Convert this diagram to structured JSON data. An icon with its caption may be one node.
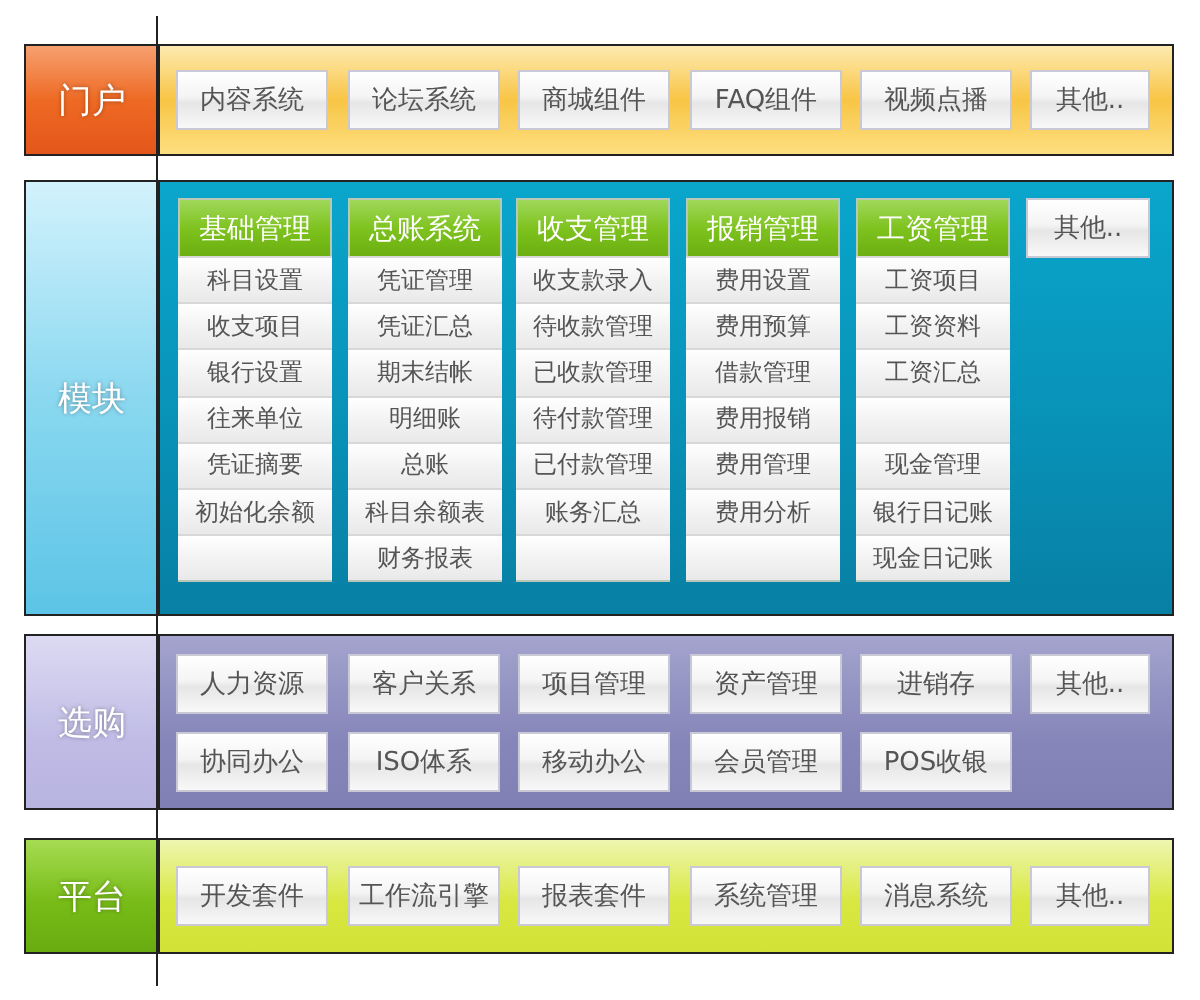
{
  "diagram": {
    "nodes": [
      {
        "text": [
          "门户"
        ]
      },
      {
        "text": [
          "内容系统"
        ],
        "in": 0
      },
      {
        "text": [
          "论坛系统"
        ],
        "in": 0
      },
      {
        "text": [
          "商城组件"
        ],
        "in": 0
      },
      {
        "text": [
          "FAQ组件"
        ],
        "in": 0
      },
      {
        "text": [
          "视频点播"
        ],
        "in": 0
      },
      {
        "text": [
          "其他.."
        ],
        "in": 0
      },
      {
        "text": [
          "模块"
        ]
      },
      {
        "text": [
          "基础管理"
        ],
        "in": 7
      },
      {
        "text": [
          "科目设置"
        ],
        "in": 8
      },
      {
        "text": [
          "收支项目"
        ],
        "in": 8
      },
      {
        "text": [
          "银行设置"
        ],
        "in": 8
      },
      {
        "text": [
          "往来单位"
        ],
        "in": 8
      },
      {
        "text": [
          "凭证摘要"
        ],
        "in": 8
      },
      {
        "text": [
          "初始化余额"
        ],
        "in": 8
      },
      {
        "text": [],
        "shape": "box",
        "in": 8
      },
      {
        "text": [
          "总账系统"
        ],
        "in": 7
      },
      {
        "text": [
          "凭证管理"
        ],
        "in": 16
      },
      {
        "text": [
          "凭证汇总"
        ],
        "in": 16
      },
      {
        "text": [
          "期末结帐"
        ],
        "in": 16
      },
      {
        "text": [
          "明细账"
        ],
        "in": 16
      },
      {
        "text": [
          "总账"
        ],
        "in": 16
      },
      {
        "text": [
          "科目余额表"
        ],
        "in": 16
      },
      {
        "text": [
          "财务报表"
        ],
        "in": 16
      },
      {
        "text": [
          "收支管理"
        ],
        "in": 7
      },
      {
        "text": [
          "收支款录入"
        ],
        "in": 24
      },
      {
        "text": [
          "待收款管理"
        ],
        "in": 24
      },
      {
        "text": [
          "已收款管理"
        ],
        "in": 24
      },
      {
        "text": [
          "待付款管理"
        ],
        "in": 24
      },
      {
        "text": [
          "已付款管理"
        ],
        "in": 24
      },
      {
        "text": [
          "账务汇总"
        ],
        "in": 24
      },
      {
        "text": [],
        "shape": "box",
        "in": 24
      },
      {
        "text": [
          "报销管理"
        ],
        "in": 7
      },
      {
        "text": [
          "费用设置"
        ],
        "in": 32
      },
      {
        "text": [
          "费用预算"
        ],
        "in": 32
      },
      {
        "text": [
          "借款管理"
        ],
        "in": 32
      },
      {
        "text": [
          "费用报销"
        ],
        "in": 32
      },
      {
        "text": [
          "费用管理"
        ],
        "in": 32
      },
      {
        "text": [
          "费用分析"
        ],
        "in": 32
      },
      {
        "text": [],
        "shape": "box",
        "in": 32
      },
      {
        "text": [
          "工资管理"
        ],
        "in": 7
      },
      {
        "text": [
          "工资项目"
        ],
        "in": 40
      },
      {
        "text": [
          "工资资料"
        ],
        "in": 40
      },
      {
        "text": [
          "工资汇总"
        ],
        "in": 40
      },
      {
        "text": [],
        "shape": "box",
        "in": 40
      },
      {
        "text": [
          "现金管理"
        ],
        "in": 40
      },
      {
        "text": [
          "银行日记账"
        ],
        "in": 40
      },
      {
        "text": [
          "现金日记账"
        ],
        "in": 40
      },
      {
        "text": [
          "其他.."
        ],
        "in": 7
      },
      {
        "text": [
          "选购"
        ]
      },
      {
        "text": [
          "人力资源"
        ],
        "in": 49
      },
      {
        "text": [
          "客户关系"
        ],
        "in": 49
      },
      {
        "text": [
          "项目管理"
        ],
        "in": 49
      },
      {
        "text": [
          "资产管理"
        ],
        "in": 49
      },
      {
        "text": [
          "进销存"
        ],
        "in": 49
      },
      {
        "text": [
          "其他.."
        ],
        "in": 49
      },
      {
        "text": [
          "协同办公"
        ],
        "in": 49
      },
      {
        "text": [
          "ISO体系"
        ],
        "in": 49
      },
      {
        "text": [
          "移动办公"
        ],
        "in": 49
      },
      {
        "text": [
          "会员管理"
        ],
        "in": 49
      },
      {
        "text": [
          "POS收银"
        ],
        "in": 49
      },
      {
        "text": [
          "平台"
        ]
      },
      {
        "text": [
          "开发套件"
        ],
        "in": 61
      },
      {
        "text": [
          "工作流引擎"
        ],
        "in": 61
      },
      {
        "text": [
          "报表套件"
        ],
        "in": 61
      },
      {
        "text": [
          "系统管理"
        ],
        "in": 61
      },
      {
        "text": [
          "消息系统"
        ],
        "in": 61
      },
      {
        "text": [
          "其他.."
        ],
        "in": 61
      }
    ]
  }
}
